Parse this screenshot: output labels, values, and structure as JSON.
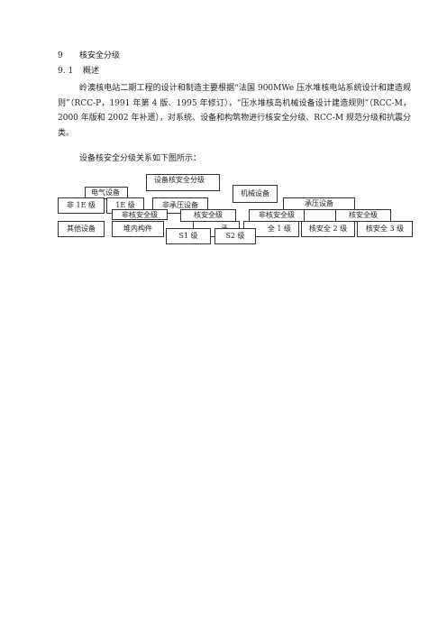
{
  "section": {
    "number": "9",
    "title": "核安全分级"
  },
  "subsection": {
    "number": "9. 1",
    "title": "概述"
  },
  "paragraphs": [
    "岭澳核电站二期工程的设计和制造主要根据“法国 900MWe 压水堆核电站系统设计和建造规则”（RCC-P，1991 年第 4 版、1995 年修订），“压水堆核岛机械设备设计建造规则”（RCC-M，2000 年版和 2002 年补遗），对系统、设备和构筑物进行核安全分级、RCC-M 规范分级和抗震分类。",
    "设备核安全分级关系如下图所示："
  ],
  "diagram": {
    "root": "设备核安全分级",
    "electrical": "电气设备",
    "mechanical": "机械设备",
    "non_1e": "非 1E 级",
    "class_1e": "1E 级",
    "non_pressure": "非承压设备",
    "pressure": "承压设备",
    "non_nuclear_safety_a": "非核安全级",
    "nuclear_safety_a": "核安全级",
    "non_nuclear_safety_b": "非核安全级",
    "nuclear_safety_b": "核安全级",
    "other_equipment": "其他设备",
    "reactor_internals": "堆内构件",
    "support_fragment": "承",
    "safety_1_fragment": "全 1 级",
    "safety_2": "核安全 2 级",
    "safety_3": "核安全 3 级",
    "s1": "S1 级",
    "s2": "S2 级"
  }
}
